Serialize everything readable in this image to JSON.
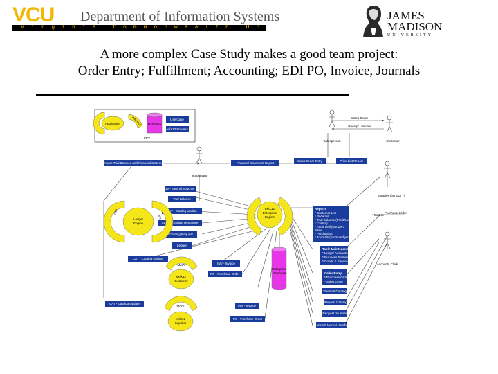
{
  "header": {
    "vcu_logo": "VCU",
    "department": "Department of Information Systems",
    "vcu_band": "Virginia Commonwealth University",
    "jmu_line1": "JAMES",
    "jmu_line2": "MADISON",
    "jmu_line3": "UNIVERSITY"
  },
  "slide": {
    "title_line1": "A more complex Case Study makes a good team project:",
    "title_line2": "Order Entry; Fulfillment; Accounting; EDI PO, Invoice, Journals"
  },
  "diagram": {
    "legend": {
      "application": "Application",
      "interface": "Interface",
      "database": "Database",
      "use_case": "Use Case",
      "x12_process": "ex/X12 Process",
      "key": "KEY"
    },
    "flows": {
      "compare": "Compare Trial Balance and Financial Statement",
      "financial_statement_report": "Financial Statement Report",
      "sales_order_entry": "Sales Order Entry",
      "price_list_report": "Price List Report",
      "jv_journal_voucher": "JV - Journal Voucher",
      "trial_balance": "Trial Balance",
      "cat_catalog_update": "CAT - Catalog Update",
      "catalog_update_response": "Catalog Update Response",
      "catalog_request": "Catalog Request",
      "ledger": "Ledger",
      "cat_catalog_update_2": "CAT - Catalog Update",
      "inv_invoice": "INV - Invoice",
      "po_purchase_order": "PO - Purchase Order",
      "cat_catalog_update_3": "CAT - Catalog Update",
      "inv_invoice_2": "INV - Invoice",
      "po_purchase_order_2": "PO - Purchase Order"
    },
    "apps": {
      "ledger_engine": "Ledger Engine",
      "enterprise_engine": "ex/X12 Enterprise Engine",
      "x12_customer": "ex/X12 Customer",
      "x12_supplier": "ex/X12 Supplier",
      "database": "Enterprise Database"
    },
    "tags": {
      "gui": "GUI",
      "api": "API",
      "mapi": "MAPI"
    },
    "right_boxes": {
      "reports_title": "Reports",
      "reports_items": [
        "* Customer List",
        "* Price List",
        "* Trial Balance (Profit/Loss)",
        "* Catalog",
        "* Audit Trail (Not Zero",
        "  Sales",
        "* Purchasing",
        "* Journals (From Ledger Engine)"
      ],
      "table_maint_title": "Table Maintenance",
      "table_maint_items": [
        "* Ledger Accounts",
        "* Business Entities",
        "* Goods & Services"
      ],
      "order_entry_title": "Order Entry",
      "order_entry_items": [
        "* Purchase Order",
        "* Sales Order"
      ],
      "transmit_catalog": "Transmit Catalog",
      "request_catalog": "Request Catalog",
      "request_journals": "Request Journals",
      "transmit_journal_voucher": "Transmit Journal Voucher"
    },
    "actors": {
      "salesperson": "Salesperson",
      "customer": "Customer",
      "accountant": "accountant",
      "sales_order": "Sales Order",
      "receipt_invoice": "Receipt / Invoice",
      "supplier": "Supplier (fax EDI Ti)",
      "invoice": "Invoice",
      "purchase_order": "Purchase Order",
      "accounts_clerk": "Accounts Clerk"
    }
  }
}
